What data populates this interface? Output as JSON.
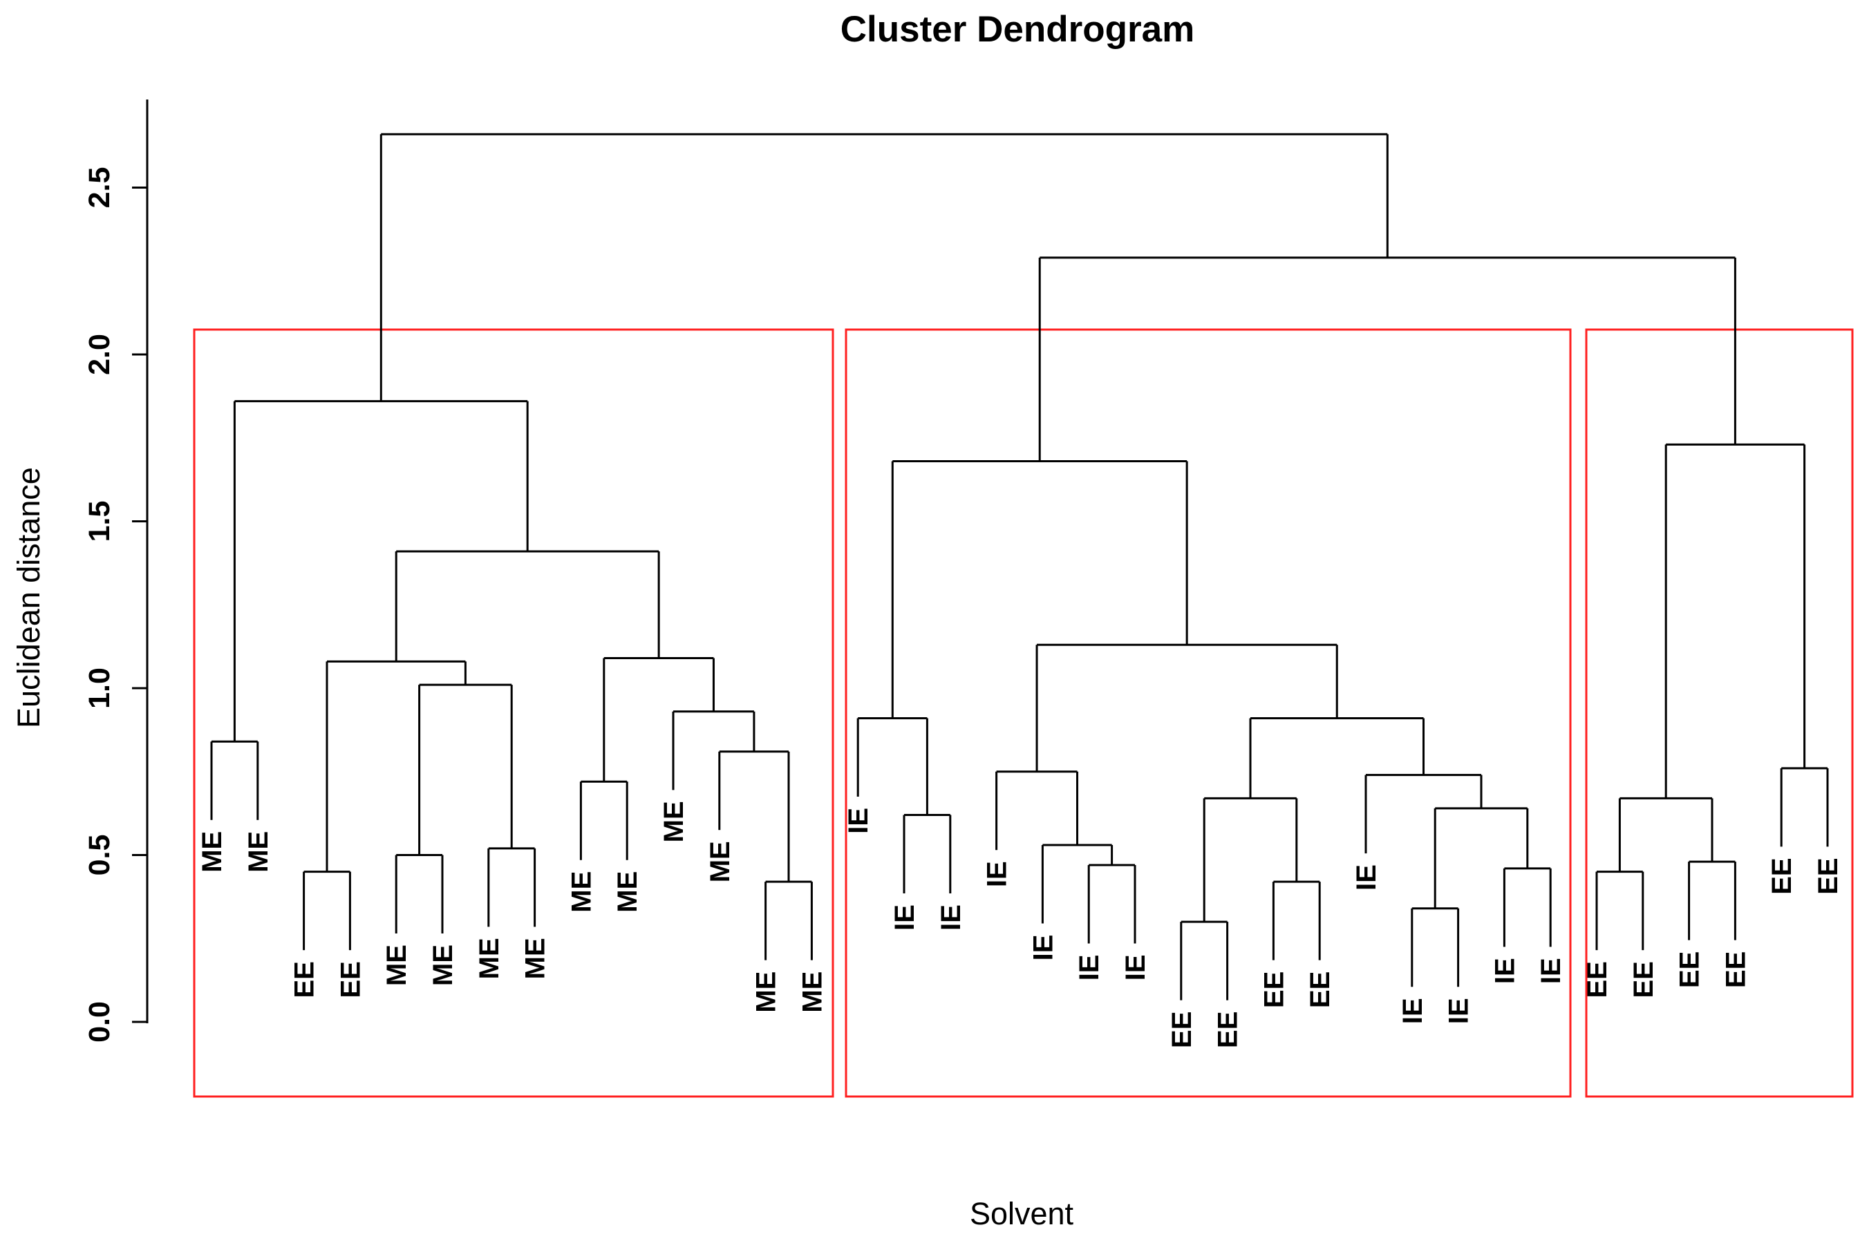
{
  "chart_data": {
    "type": "dendrogram",
    "title": "Cluster Dendrogram",
    "xlabel": "Solvent",
    "ylabel": "Euclidean distance",
    "y_ticks": [
      "0.0",
      "0.5",
      "1.0",
      "1.5",
      "2.0",
      "2.5"
    ],
    "ylim": [
      0.0,
      2.77
    ],
    "grid": false,
    "legend_position": "none",
    "line_color": "#000000",
    "cluster_box_color": "#ff2020",
    "n_leaves": 36,
    "leaf_labels_in_order": [
      "ME",
      "ME",
      "EE",
      "EE",
      "ME",
      "ME",
      "ME",
      "ME",
      "ME",
      "ME",
      "ME",
      "ME",
      "ME",
      "ME",
      "IE",
      "IE",
      "IE",
      "IE",
      "IE",
      "IE",
      "IE",
      "EE",
      "EE",
      "EE",
      "EE",
      "IE",
      "IE",
      "IE",
      "IE",
      "IE",
      "EE",
      "EE",
      "EE",
      "EE",
      "EE",
      "EE"
    ],
    "root_height": 2.66,
    "leaf_hang": 0.235,
    "clusters": [
      {
        "name": "cluster-1",
        "leaf_count": 14,
        "composition": {
          "ME": 12,
          "EE": 2
        }
      },
      {
        "name": "cluster-2",
        "leaf_count": 16,
        "composition": {
          "IE": 12,
          "EE": 4
        }
      },
      {
        "name": "cluster-3",
        "leaf_count": 6,
        "composition": {
          "EE": 6
        }
      }
    ],
    "tree": {
      "h": 2.66,
      "c": [
        {
          "h": 1.86,
          "c": [
            {
              "h": 0.84,
              "c": [
                {
                  "label": "ME"
                },
                {
                  "label": "ME"
                }
              ]
            },
            {
              "h": 1.41,
              "c": [
                {
                  "h": 1.08,
                  "c": [
                    {
                      "h": 0.45,
                      "c": [
                        {
                          "label": "EE"
                        },
                        {
                          "label": "EE"
                        }
                      ]
                    },
                    {
                      "h": 1.01,
                      "c": [
                        {
                          "h": 0.5,
                          "c": [
                            {
                              "label": "ME"
                            },
                            {
                              "label": "ME"
                            }
                          ]
                        },
                        {
                          "h": 0.52,
                          "c": [
                            {
                              "label": "ME"
                            },
                            {
                              "label": "ME"
                            }
                          ]
                        }
                      ]
                    }
                  ]
                },
                {
                  "h": 1.09,
                  "c": [
                    {
                      "h": 0.72,
                      "c": [
                        {
                          "label": "ME"
                        },
                        {
                          "label": "ME"
                        }
                      ]
                    },
                    {
                      "h": 0.93,
                      "c": [
                        {
                          "label": "ME"
                        },
                        {
                          "h": 0.81,
                          "c": [
                            {
                              "label": "ME"
                            },
                            {
                              "h": 0.42,
                              "c": [
                                {
                                  "label": "ME"
                                },
                                {
                                  "label": "ME"
                                }
                              ]
                            }
                          ]
                        }
                      ]
                    }
                  ]
                }
              ]
            }
          ]
        },
        {
          "h": 2.29,
          "c": [
            {
              "h": 1.68,
              "c": [
                {
                  "h": 0.91,
                  "c": [
                    {
                      "label": "IE"
                    },
                    {
                      "h": 0.62,
                      "c": [
                        {
                          "label": "IE"
                        },
                        {
                          "label": "IE"
                        }
                      ]
                    }
                  ]
                },
                {
                  "h": 1.13,
                  "c": [
                    {
                      "h": 0.75,
                      "c": [
                        {
                          "label": "IE"
                        },
                        {
                          "h": 0.53,
                          "c": [
                            {
                              "label": "IE"
                            },
                            {
                              "h": 0.47,
                              "c": [
                                {
                                  "label": "IE"
                                },
                                {
                                  "label": "IE"
                                }
                              ]
                            }
                          ]
                        }
                      ]
                    },
                    {
                      "h": 0.91,
                      "c": [
                        {
                          "h": 0.67,
                          "c": [
                            {
                              "h": 0.3,
                              "c": [
                                {
                                  "label": "EE"
                                },
                                {
                                  "label": "EE"
                                }
                              ]
                            },
                            {
                              "h": 0.42,
                              "c": [
                                {
                                  "label": "EE"
                                },
                                {
                                  "label": "EE"
                                }
                              ]
                            }
                          ]
                        },
                        {
                          "h": 0.74,
                          "c": [
                            {
                              "label": "IE"
                            },
                            {
                              "h": 0.64,
                              "c": [
                                {
                                  "h": 0.34,
                                  "c": [
                                    {
                                      "label": "IE"
                                    },
                                    {
                                      "label": "IE"
                                    }
                                  ]
                                },
                                {
                                  "h": 0.46,
                                  "c": [
                                    {
                                      "label": "IE"
                                    },
                                    {
                                      "label": "IE"
                                    }
                                  ]
                                }
                              ]
                            }
                          ]
                        }
                      ]
                    }
                  ]
                }
              ]
            },
            {
              "h": 1.73,
              "c": [
                {
                  "h": 0.67,
                  "c": [
                    {
                      "h": 0.45,
                      "c": [
                        {
                          "label": "EE"
                        },
                        {
                          "label": "EE"
                        }
                      ]
                    },
                    {
                      "h": 0.48,
                      "c": [
                        {
                          "label": "EE"
                        },
                        {
                          "label": "EE"
                        }
                      ]
                    }
                  ]
                },
                {
                  "h": 0.76,
                  "c": [
                    {
                      "label": "EE"
                    },
                    {
                      "label": "EE"
                    }
                  ]
                }
              ]
            }
          ]
        }
      ]
    }
  }
}
